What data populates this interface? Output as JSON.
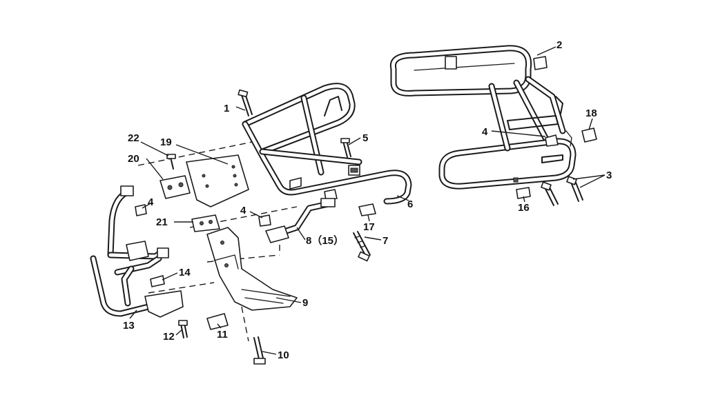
{
  "diagram": {
    "callouts": [
      {
        "id": "c1",
        "label": "1"
      },
      {
        "id": "c2",
        "label": "2"
      },
      {
        "id": "c3",
        "label": "3"
      },
      {
        "id": "c4a",
        "label": "4"
      },
      {
        "id": "c4b",
        "label": "4"
      },
      {
        "id": "c4c",
        "label": "4"
      },
      {
        "id": "c5",
        "label": "5"
      },
      {
        "id": "c6",
        "label": "6"
      },
      {
        "id": "c7",
        "label": "7"
      },
      {
        "id": "c8",
        "label": "8（15）"
      },
      {
        "id": "c9",
        "label": "9"
      },
      {
        "id": "c10",
        "label": "10"
      },
      {
        "id": "c11",
        "label": "11"
      },
      {
        "id": "c12",
        "label": "12"
      },
      {
        "id": "c13",
        "label": "13"
      },
      {
        "id": "c14",
        "label": "14"
      },
      {
        "id": "c16",
        "label": "16"
      },
      {
        "id": "c17",
        "label": "17"
      },
      {
        "id": "c18",
        "label": "18"
      },
      {
        "id": "c19",
        "label": "19"
      },
      {
        "id": "c20",
        "label": "20"
      },
      {
        "id": "c21",
        "label": "21"
      },
      {
        "id": "c22",
        "label": "22"
      }
    ]
  }
}
